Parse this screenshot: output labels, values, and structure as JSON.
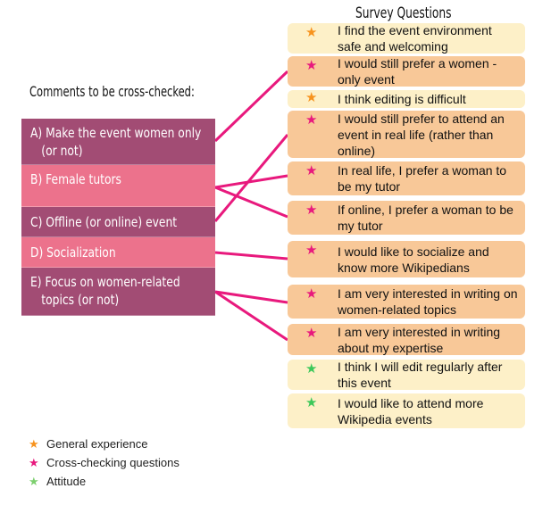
{
  "heading_right": "Survey Questions",
  "heading_left": "Comments to be cross-checked:",
  "comments": [
    {
      "label": "A) Make the event women only",
      "label2": "(or not)"
    },
    {
      "label": "B) Female tutors"
    },
    {
      "label": "C) Offline (or online) event"
    },
    {
      "label": "D) Socialization"
    },
    {
      "label": "E) Focus on women-related",
      "label2": "topics (or not)"
    }
  ],
  "questions": [
    {
      "text": "I find the event environment safe and welcoming",
      "category": "General experience"
    },
    {
      "text": "I would still prefer a women -only event",
      "category": "Cross-checking questions"
    },
    {
      "text": "I think editing is difficult",
      "category": "General experience"
    },
    {
      "text": "I would still prefer to attend an event in real life (rather than online)",
      "category": "Cross-checking questions"
    },
    {
      "text": "In real life, I prefer a woman to be my tutor",
      "category": "Cross-checking questions"
    },
    {
      "text": "If online, I prefer a woman to be my tutor",
      "category": "Cross-checking questions"
    },
    {
      "text": "I would like to socialize and know more Wikipedians",
      "category": "Cross-checking questions"
    },
    {
      "text": "I am very interested in writing on women-related topics",
      "category": "Cross-checking questions"
    },
    {
      "text": "I am very interested in writing about my expertise",
      "category": "Cross-checking questions"
    },
    {
      "text": "I think I will edit regularly after this event",
      "category": "Attitude"
    },
    {
      "text": "I would like to attend more Wikipedia events",
      "category": "Attitude"
    }
  ],
  "legend": [
    {
      "label": "General experience",
      "color": "#f7931e"
    },
    {
      "label": "Cross-checking questions",
      "color": "#e8197d"
    },
    {
      "label": "Attitude",
      "color": "#3cc85a"
    }
  ],
  "connector_color": "#e8197d",
  "links": [
    [
      "A",
      2
    ],
    [
      "B",
      5
    ],
    [
      "B",
      6
    ],
    [
      "C",
      4
    ],
    [
      "D",
      7
    ],
    [
      "E",
      8
    ],
    [
      "E",
      9
    ]
  ]
}
